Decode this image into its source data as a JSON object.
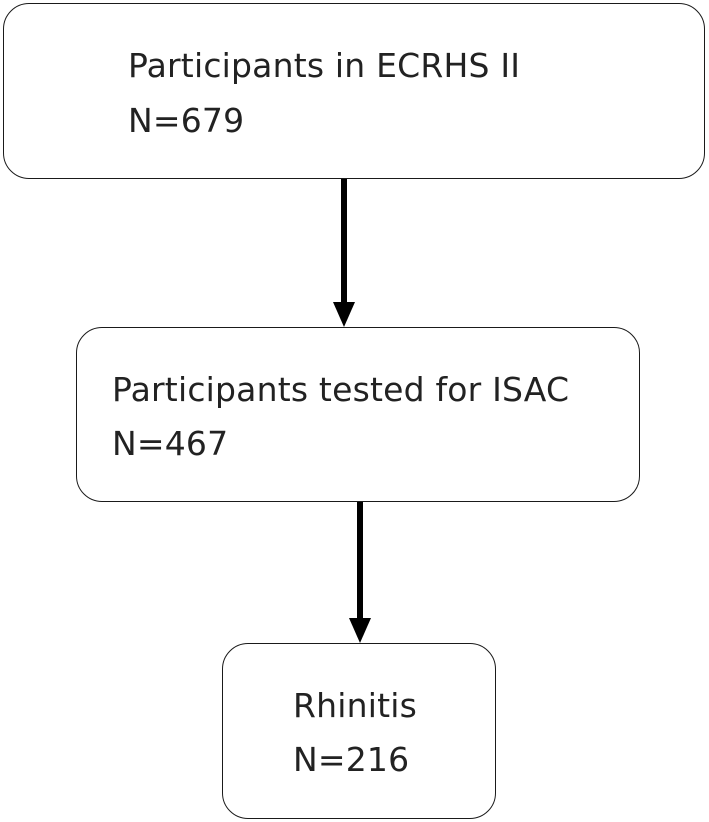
{
  "flowchart": {
    "nodes": [
      {
        "id": "ecrhs",
        "label": "Participants in ECRHS II",
        "count": "N=679"
      },
      {
        "id": "isac",
        "label": "Participants tested for ISAC",
        "count": "N=467"
      },
      {
        "id": "rhinitis",
        "label": "Rhinitis",
        "count": "N=216"
      }
    ],
    "edges": [
      {
        "from": "ecrhs",
        "to": "isac"
      },
      {
        "from": "isac",
        "to": "rhinitis"
      }
    ],
    "colors": {
      "border": "#1a1a1a",
      "arrow": "#000000",
      "text": "#222222",
      "background": "#ffffff"
    }
  }
}
